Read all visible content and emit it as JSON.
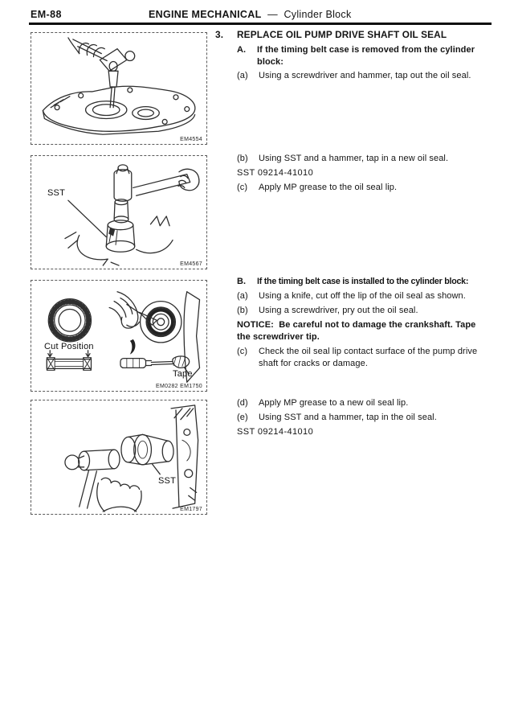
{
  "header": {
    "page_number": "EM-88",
    "section": "ENGINE MECHANICAL",
    "separator": "—",
    "subsection": "Cylinder Block"
  },
  "procedure": {
    "number": "3.",
    "title": "REPLACE OIL PUMP DRIVE SHAFT OIL SEAL",
    "case_a": {
      "label": "A.",
      "heading": "If the timing belt case is removed from the cylinder block:",
      "step_a": {
        "label": "(a)",
        "text": "Using a screwdriver and hammer, tap out the oil seal."
      },
      "step_b": {
        "label": "(b)",
        "text": "Using SST and a hammer, tap in a new oil seal."
      },
      "sst": "SST 09214-41010",
      "step_c": {
        "label": "(c)",
        "text": "Apply MP grease to the oil seal lip."
      }
    },
    "case_b": {
      "label": "B.",
      "heading": "If the timing belt case is installed to the cylinder block:",
      "step_a": {
        "label": "(a)",
        "text": "Using a knife, cut off the lip of the oil seal as shown."
      },
      "step_b": {
        "label": "(b)",
        "text": "Using a screwdriver, pry out the oil seal."
      },
      "notice_label": "NOTICE:",
      "notice_text": "Be careful not to damage the crankshaft. Tape the screwdriver tip.",
      "step_c": {
        "label": "(c)",
        "text": "Check the oil seal lip contact surface of the pump drive shaft for cracks or damage."
      },
      "step_d": {
        "label": "(d)",
        "text": "Apply MP grease to a new oil seal lip."
      },
      "step_e": {
        "label": "(e)",
        "text": "Using SST and a hammer, tap in the oil seal."
      },
      "sst": "SST 09214-41010"
    }
  },
  "figures": {
    "fig1": {
      "code": "EM4554"
    },
    "fig2": {
      "code": "EM4567",
      "callout_sst": "SST"
    },
    "fig3": {
      "code": "EM0282 EM1750",
      "callout_cut": "Cut Position",
      "callout_tape": "Tape"
    },
    "fig4": {
      "code": "EM1797",
      "callout_sst": "SST"
    }
  }
}
